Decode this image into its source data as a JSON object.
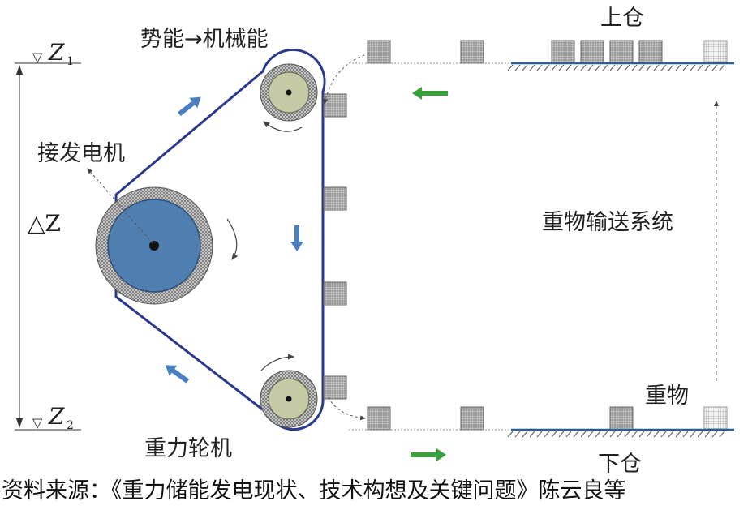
{
  "labels": {
    "top_conversion": "势能→机械能",
    "generator": "接发电机",
    "delta_z": "△Z",
    "upper_store": "上仓",
    "lower_store": "下仓",
    "transport_system": "重物输送系统",
    "weight": "重物",
    "gravity_wheel": "重力轮机"
  },
  "axis": {
    "z1_base": "Z",
    "z1_sub": "1",
    "z2_base": "Z",
    "z2_sub": "2",
    "ground_marker": "▽"
  },
  "caption": "资料来源：《重力储能发电现状、技术构想及关键问题》陈云良等",
  "colors": {
    "belt": "#2b3a8c",
    "big_wheel": "#4f7fb0",
    "small_wheel": "#c5c9a4",
    "hatch": "#8a8a8a",
    "block": "#8f8f8f",
    "blue_arrow": "#4a80c0",
    "green_arrow": "#3aa03a",
    "floor": "#2b5d9a"
  }
}
